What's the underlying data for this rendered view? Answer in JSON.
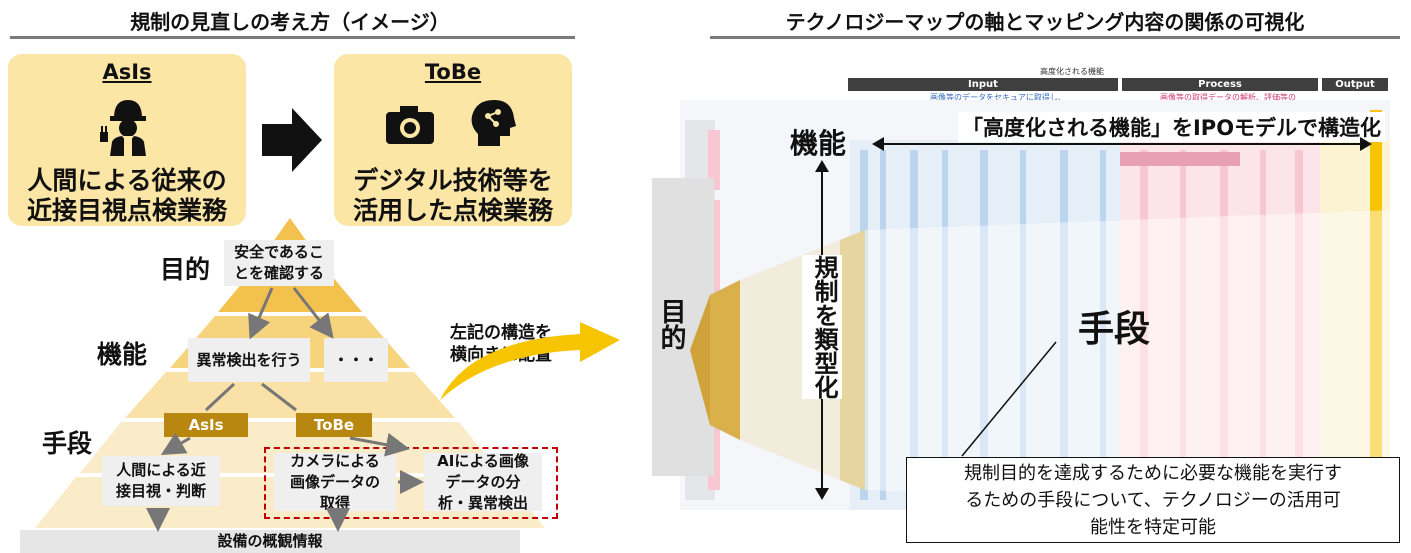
{
  "left": {
    "title": "規制の見直しの考え方（イメージ）",
    "asis_box": {
      "heading": "AsIs",
      "line1": "人間による従来の",
      "line2": "近接目視点検業務"
    },
    "tobe_box": {
      "heading": "ToBe",
      "line1": "デジタル技術等を",
      "line2": "活用した点検業務"
    },
    "levels": {
      "purpose": "目的",
      "function": "機能",
      "means": "手段"
    },
    "purpose_box": {
      "line1": "安全であるこ",
      "line2": "とを確認する"
    },
    "function_box": "異常検出を行う",
    "function_ellipsis": "・・・",
    "tags": {
      "asis": "AsIs",
      "tobe": "ToBe"
    },
    "human_box": {
      "line1": "人間による近",
      "line2": "接目視・判断"
    },
    "camera_box": {
      "line1": "カメラによる",
      "line2": "画像データの",
      "line3": "取得"
    },
    "ai_box": {
      "line1": "AIによる画像",
      "line2": "データの分",
      "line3": "析・異常検出"
    },
    "bottom_bar": "設備の概観情報"
  },
  "middle": {
    "line1": "左記の構造を",
    "line2": "横向きに配置"
  },
  "right": {
    "title": "テクノロジーマップの軸とマッピング内容の関係の可視化",
    "map_header": "高度化される機能",
    "input_label": "Input",
    "process_label": "Process",
    "output_label": "Output",
    "input_sub": "画像等のデータをセキュアに取得し、",
    "process_sub": "画像等の取得データの解析、評価等の",
    "function_label": "機能",
    "ipo_label": "「高度化される機能」をIPOモデルで構造化",
    "purpose_label": "目的",
    "classify_label": "規制を類型化",
    "means_label": "手段",
    "callout": {
      "line1": "規制目的を達成するために必要な機能を実行す",
      "line2": "るための手段について、テクノロジーの活用可",
      "line3": "能性を特定可能"
    }
  },
  "colors": {
    "pale_yellow": "#fbe6a6",
    "gold": "#b8870f",
    "pyramid_top": "#f2c14e",
    "pyramid_mid": "#f6d47e",
    "pyramid_low": "#f9e1a8",
    "pyramid_base": "#fbecc9",
    "input_blue": "#bcd4ee",
    "process_pink": "#f7c8d2",
    "output_yellow": "#f6c400",
    "dashed_red": "#c00000"
  }
}
